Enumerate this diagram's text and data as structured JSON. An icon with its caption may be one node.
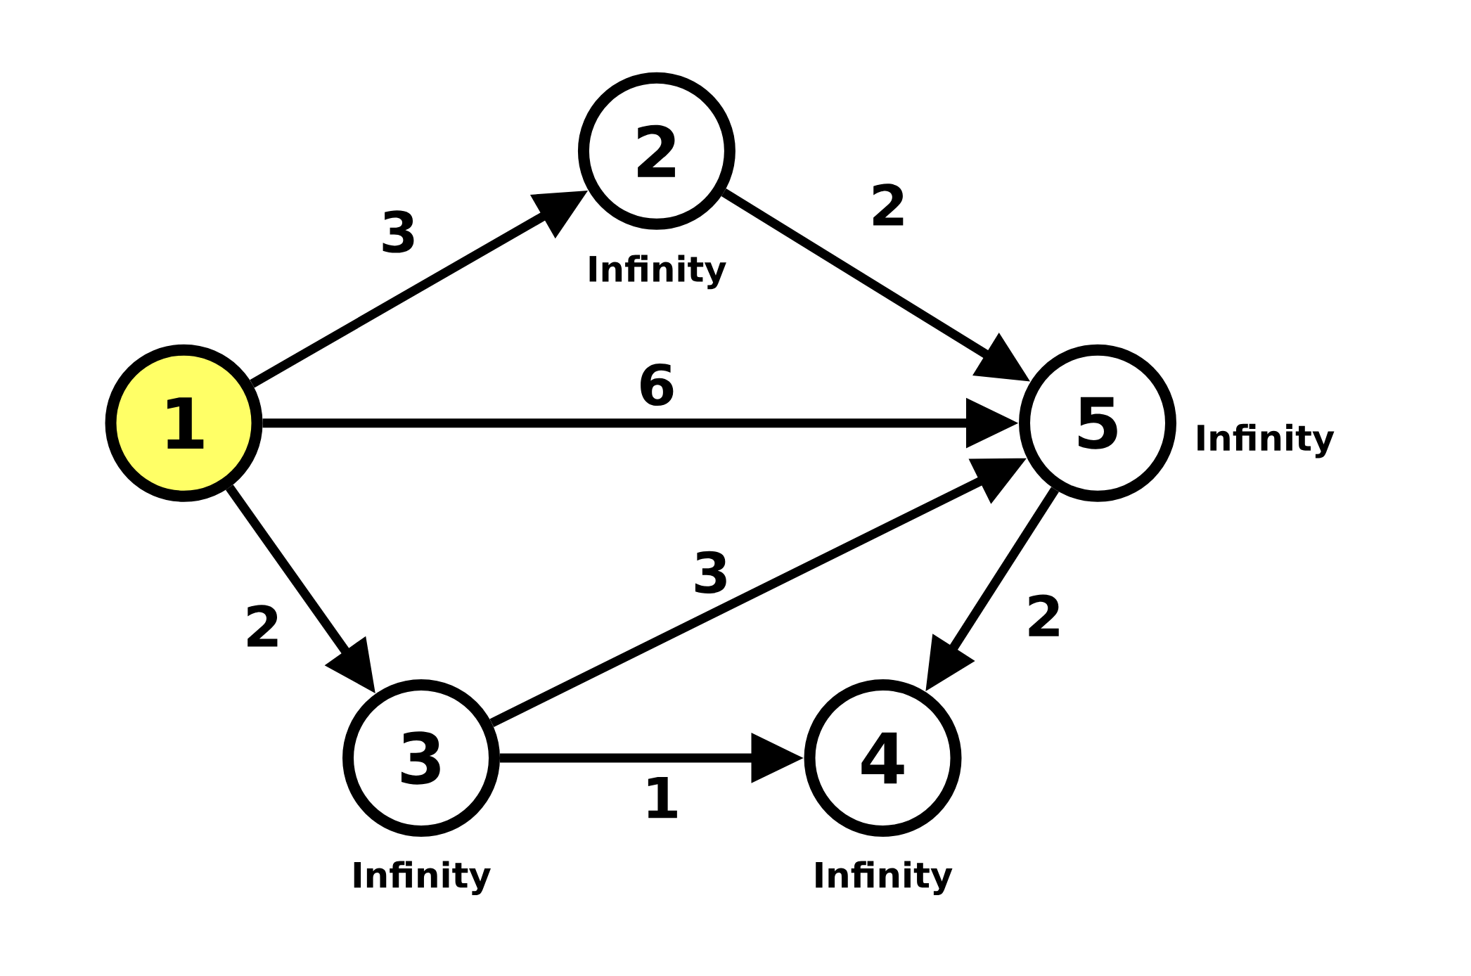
{
  "diagram": {
    "nodes": [
      {
        "text": [
          "1"
        ]
      },
      {
        "text": [
          "2"
        ],
        "beside": [
          "Infinity"
        ]
      },
      {
        "text": [
          "3"
        ],
        "beside": [
          "Infinity"
        ]
      },
      {
        "text": [
          "4"
        ],
        "beside": [
          "Infinity"
        ]
      },
      {
        "text": [
          "5"
        ],
        "beside": [
          "Infinity"
        ]
      }
    ],
    "edges": [
      {
        "from": 0,
        "to": 1,
        "arrow": "to",
        "label": "3"
      },
      {
        "from": 0,
        "to": 4,
        "arrow": "to",
        "label": "6"
      },
      {
        "from": 0,
        "to": 2,
        "arrow": "to",
        "label": "2"
      },
      {
        "from": 1,
        "to": 4,
        "arrow": "to",
        "label": "2"
      },
      {
        "from": 2,
        "to": 4,
        "arrow": "to",
        "label": "3"
      },
      {
        "from": 2,
        "to": 3,
        "arrow": "to",
        "label": "1"
      },
      {
        "from": 4,
        "to": 3,
        "arrow": "to",
        "label": "2"
      }
    ]
  }
}
